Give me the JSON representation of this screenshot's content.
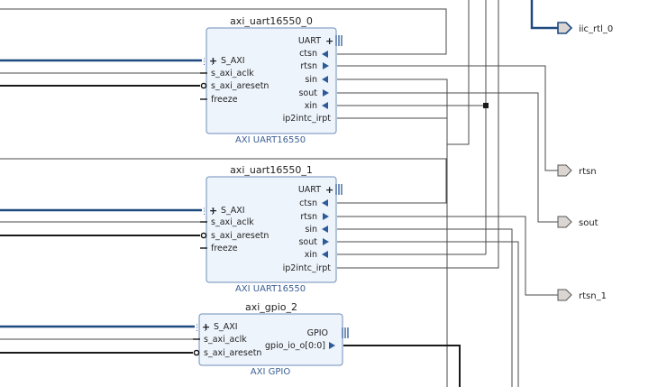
{
  "blocks": [
    {
      "name": "axi_uart16550_0",
      "type_label": "AXI UART16550",
      "left_pins": [
        "S_AXI",
        "s_axi_aclk",
        "s_axi_aresetn",
        "freeze"
      ],
      "right_pins": [
        "UART",
        "ctsn",
        "rtsn",
        "sin",
        "sout",
        "xin",
        "ip2intc_irpt"
      ]
    },
    {
      "name": "axi_uart16550_1",
      "type_label": "AXI UART16550",
      "left_pins": [
        "S_AXI",
        "s_axi_aclk",
        "s_axi_aresetn",
        "freeze"
      ],
      "right_pins": [
        "UART",
        "ctsn",
        "rtsn",
        "sin",
        "sout",
        "xin",
        "ip2intc_irpt"
      ]
    },
    {
      "name": "axi_gpio_2",
      "type_label": "AXI GPIO",
      "left_pins": [
        "S_AXI",
        "s_axi_aclk",
        "s_axi_aresetn"
      ],
      "right_pins": [
        "GPIO",
        "gpio_io_o[0:0]"
      ]
    }
  ],
  "external_ports": [
    "iic_rtl_0",
    "rtsn",
    "sout",
    "rtsn_1"
  ]
}
